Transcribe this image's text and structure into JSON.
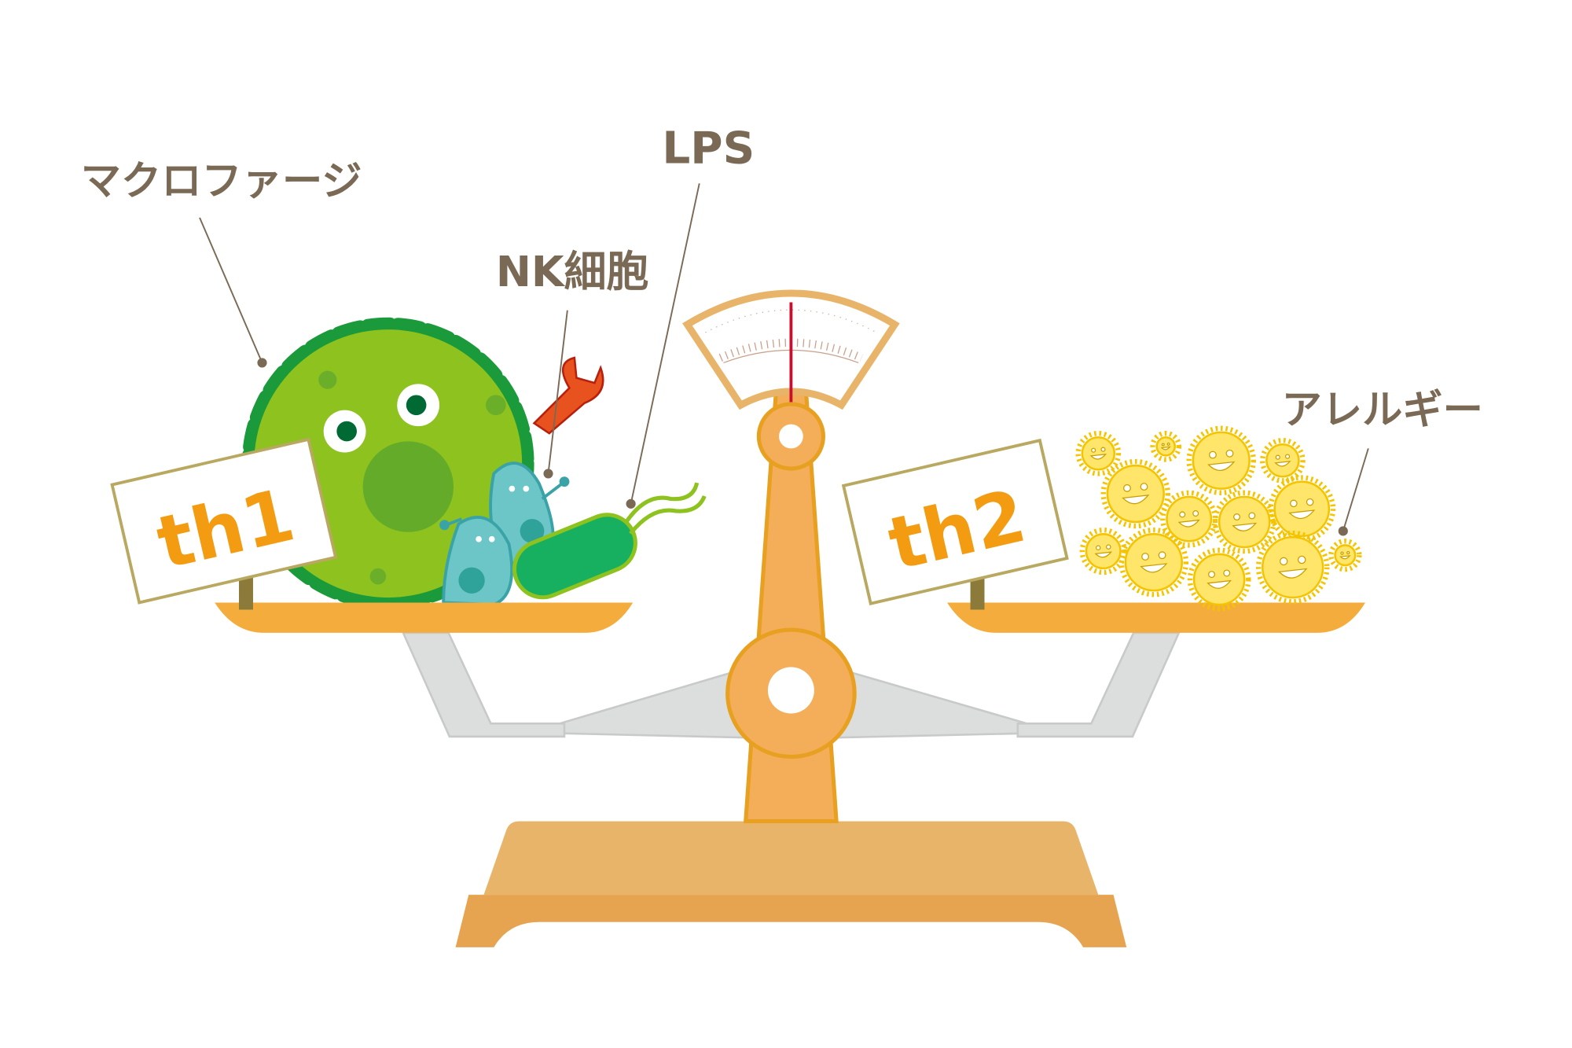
{
  "labels": {
    "macrophage": "マクロファージ",
    "lps": "LPS",
    "nk_cell": "NK細胞",
    "allergy": "アレルギー"
  },
  "signs": {
    "left": "th1",
    "right": "th2"
  },
  "colors": {
    "label_text": "#7a6a55",
    "scale_orange": "#f4ae5a",
    "pan": "#f4ad3d",
    "macrophage": "#8dc21f",
    "nk_cell": "#6cc5c6",
    "bacterium": "#17b060",
    "pollen": "#ffe66a"
  }
}
